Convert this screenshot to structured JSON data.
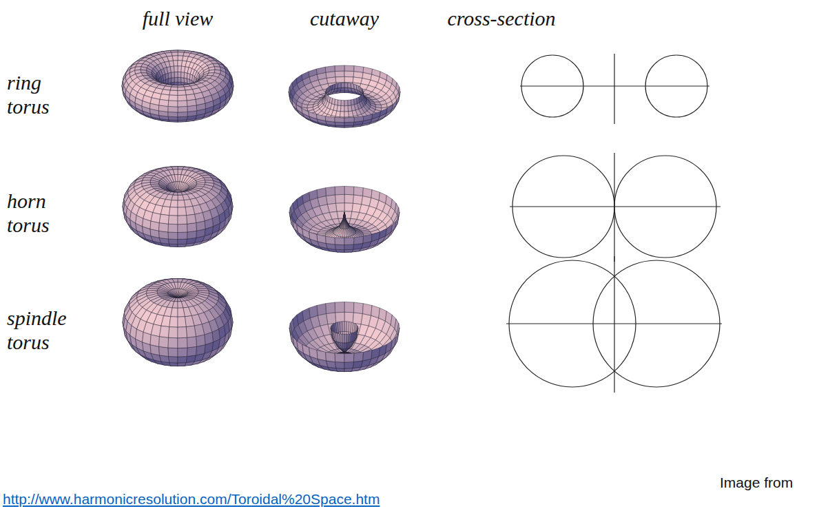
{
  "diagram": {
    "labels": [
      "full view",
      "cutaway",
      "cross-section",
      "ring torus",
      "horn torus",
      "spindle torus",
      "Image from",
      "http://www.harmonicresolution.com/Toroidal%20Space.htm"
    ]
  }
}
